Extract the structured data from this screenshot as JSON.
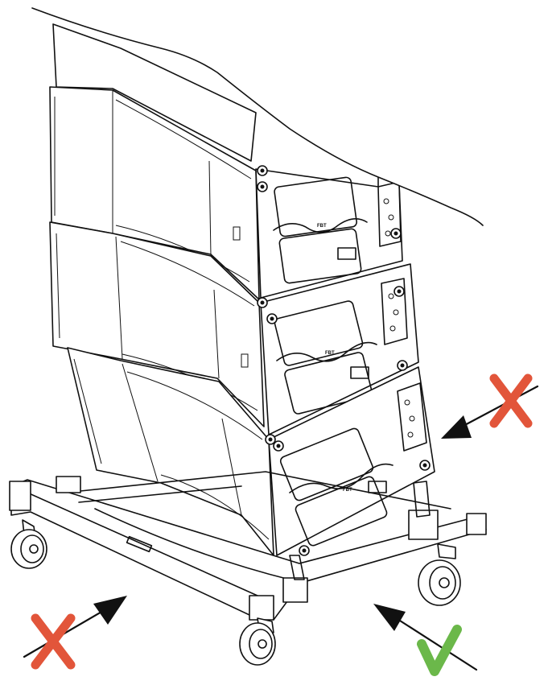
{
  "diagram": {
    "brand_labels": [
      "FBT",
      "FBT",
      "FBT"
    ],
    "status_colors": {
      "wrong": "#e2553a",
      "correct": "#6bb84a"
    },
    "indicators": [
      {
        "icon": "x-mark-icon",
        "meaning": "wrong"
      },
      {
        "icon": "x-mark-icon",
        "meaning": "wrong"
      },
      {
        "icon": "check-mark-icon",
        "meaning": "correct"
      }
    ]
  }
}
